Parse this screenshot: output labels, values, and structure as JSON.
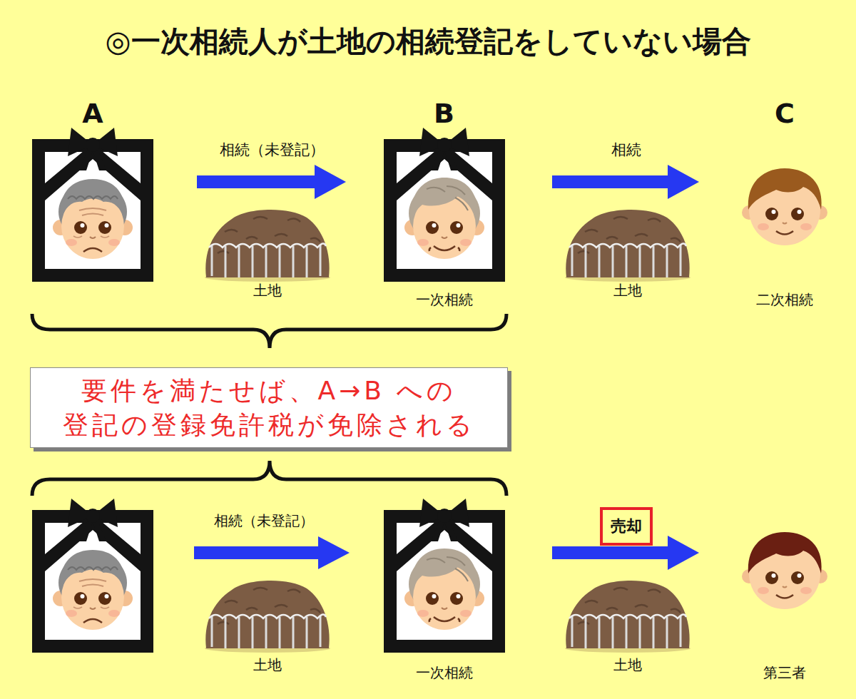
{
  "diagram": {
    "title": "◎一次相続人が土地の相続登記をしていない場合",
    "nodes": [
      {
        "text": [
          "A"
        ]
      },
      {
        "text": [
          "B",
          "一次相続"
        ]
      },
      {
        "text": [
          "C",
          "二次相続"
        ]
      },
      {
        "text": [
          "要件を満たせば、A→B への 登記の登録免許税が免除される"
        ]
      },
      {
        "text": [
          "一次相続"
        ]
      },
      {
        "text": [
          "第三者"
        ]
      }
    ],
    "edges": [
      {
        "from": 0,
        "to": 1,
        "label": "相続（未登記）",
        "arrow": "to"
      },
      {
        "from": 1,
        "to": 2,
        "label": "相続",
        "arrow": "to"
      },
      {
        "from": 4,
        "to": 5,
        "label": "売却",
        "arrow": "to"
      }
    ],
    "labels": [
      "土地",
      "土地",
      "相続（未登記）",
      "土地",
      "土地"
    ]
  }
}
